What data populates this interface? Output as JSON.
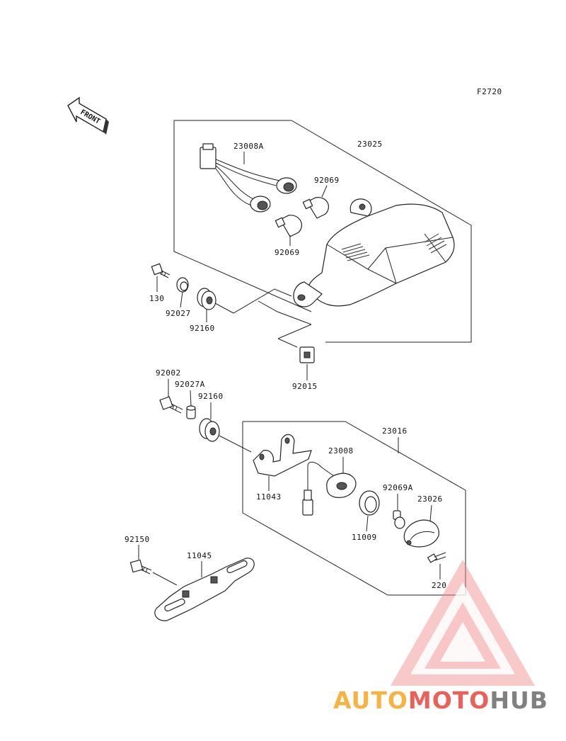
{
  "figure_code": "F2720",
  "front_label": "FRONT",
  "labels": {
    "p23008A": "23008A",
    "p23025": "23025",
    "p92069_top": "92069",
    "p92069_low": "92069",
    "p130": "130",
    "p92027": "92027",
    "p92160_a": "92160",
    "p92015": "92015",
    "p92002": "92002",
    "p92027A": "92027A",
    "p92160_b": "92160",
    "p23016": "23016",
    "p23008": "23008",
    "p11043": "11043",
    "p92069A": "92069A",
    "p23026": "23026",
    "p11009": "11009",
    "p220": "220",
    "p92150": "92150",
    "p11045": "11045"
  },
  "watermark": {
    "part1": "AUTO",
    "part2": "MOTO",
    "part3": "HUB",
    "colors": {
      "orange": "#f5a623",
      "red": "#e8453c",
      "gray": "#6b6b6b"
    }
  }
}
